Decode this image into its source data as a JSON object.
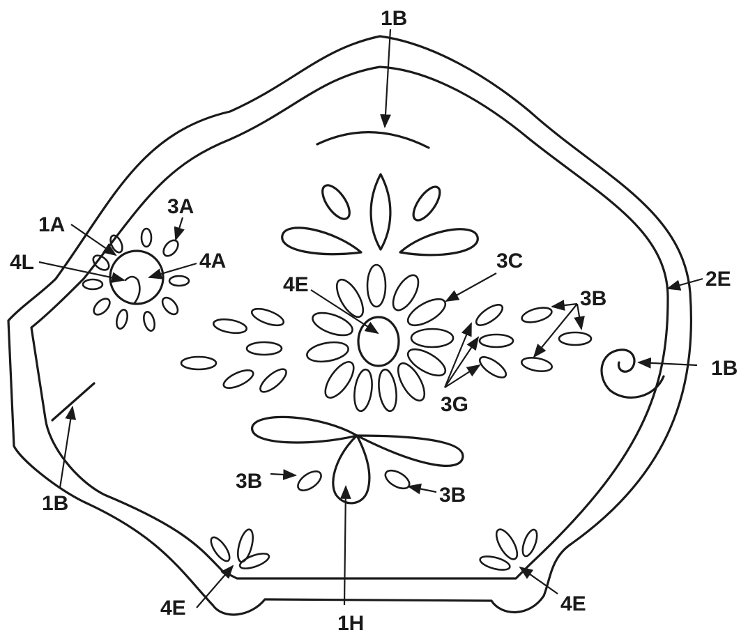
{
  "labels": {
    "top_1b": "1B",
    "label_3a": "3A",
    "label_1a": "1A",
    "label_4a": "4A",
    "label_4l": "4L",
    "label_3c": "3C",
    "label_4e_center": "4E",
    "label_2e": "2E",
    "label_3b_right": "3B",
    "label_1b_right": "1B",
    "label_3g": "3G",
    "label_1b_left": "1B",
    "label_3b_lower_left": "3B",
    "label_3b_lower_right": "3B",
    "label_4e_bottom_left": "4E",
    "label_1h": "1H",
    "label_4e_bottom_right": "4E"
  }
}
